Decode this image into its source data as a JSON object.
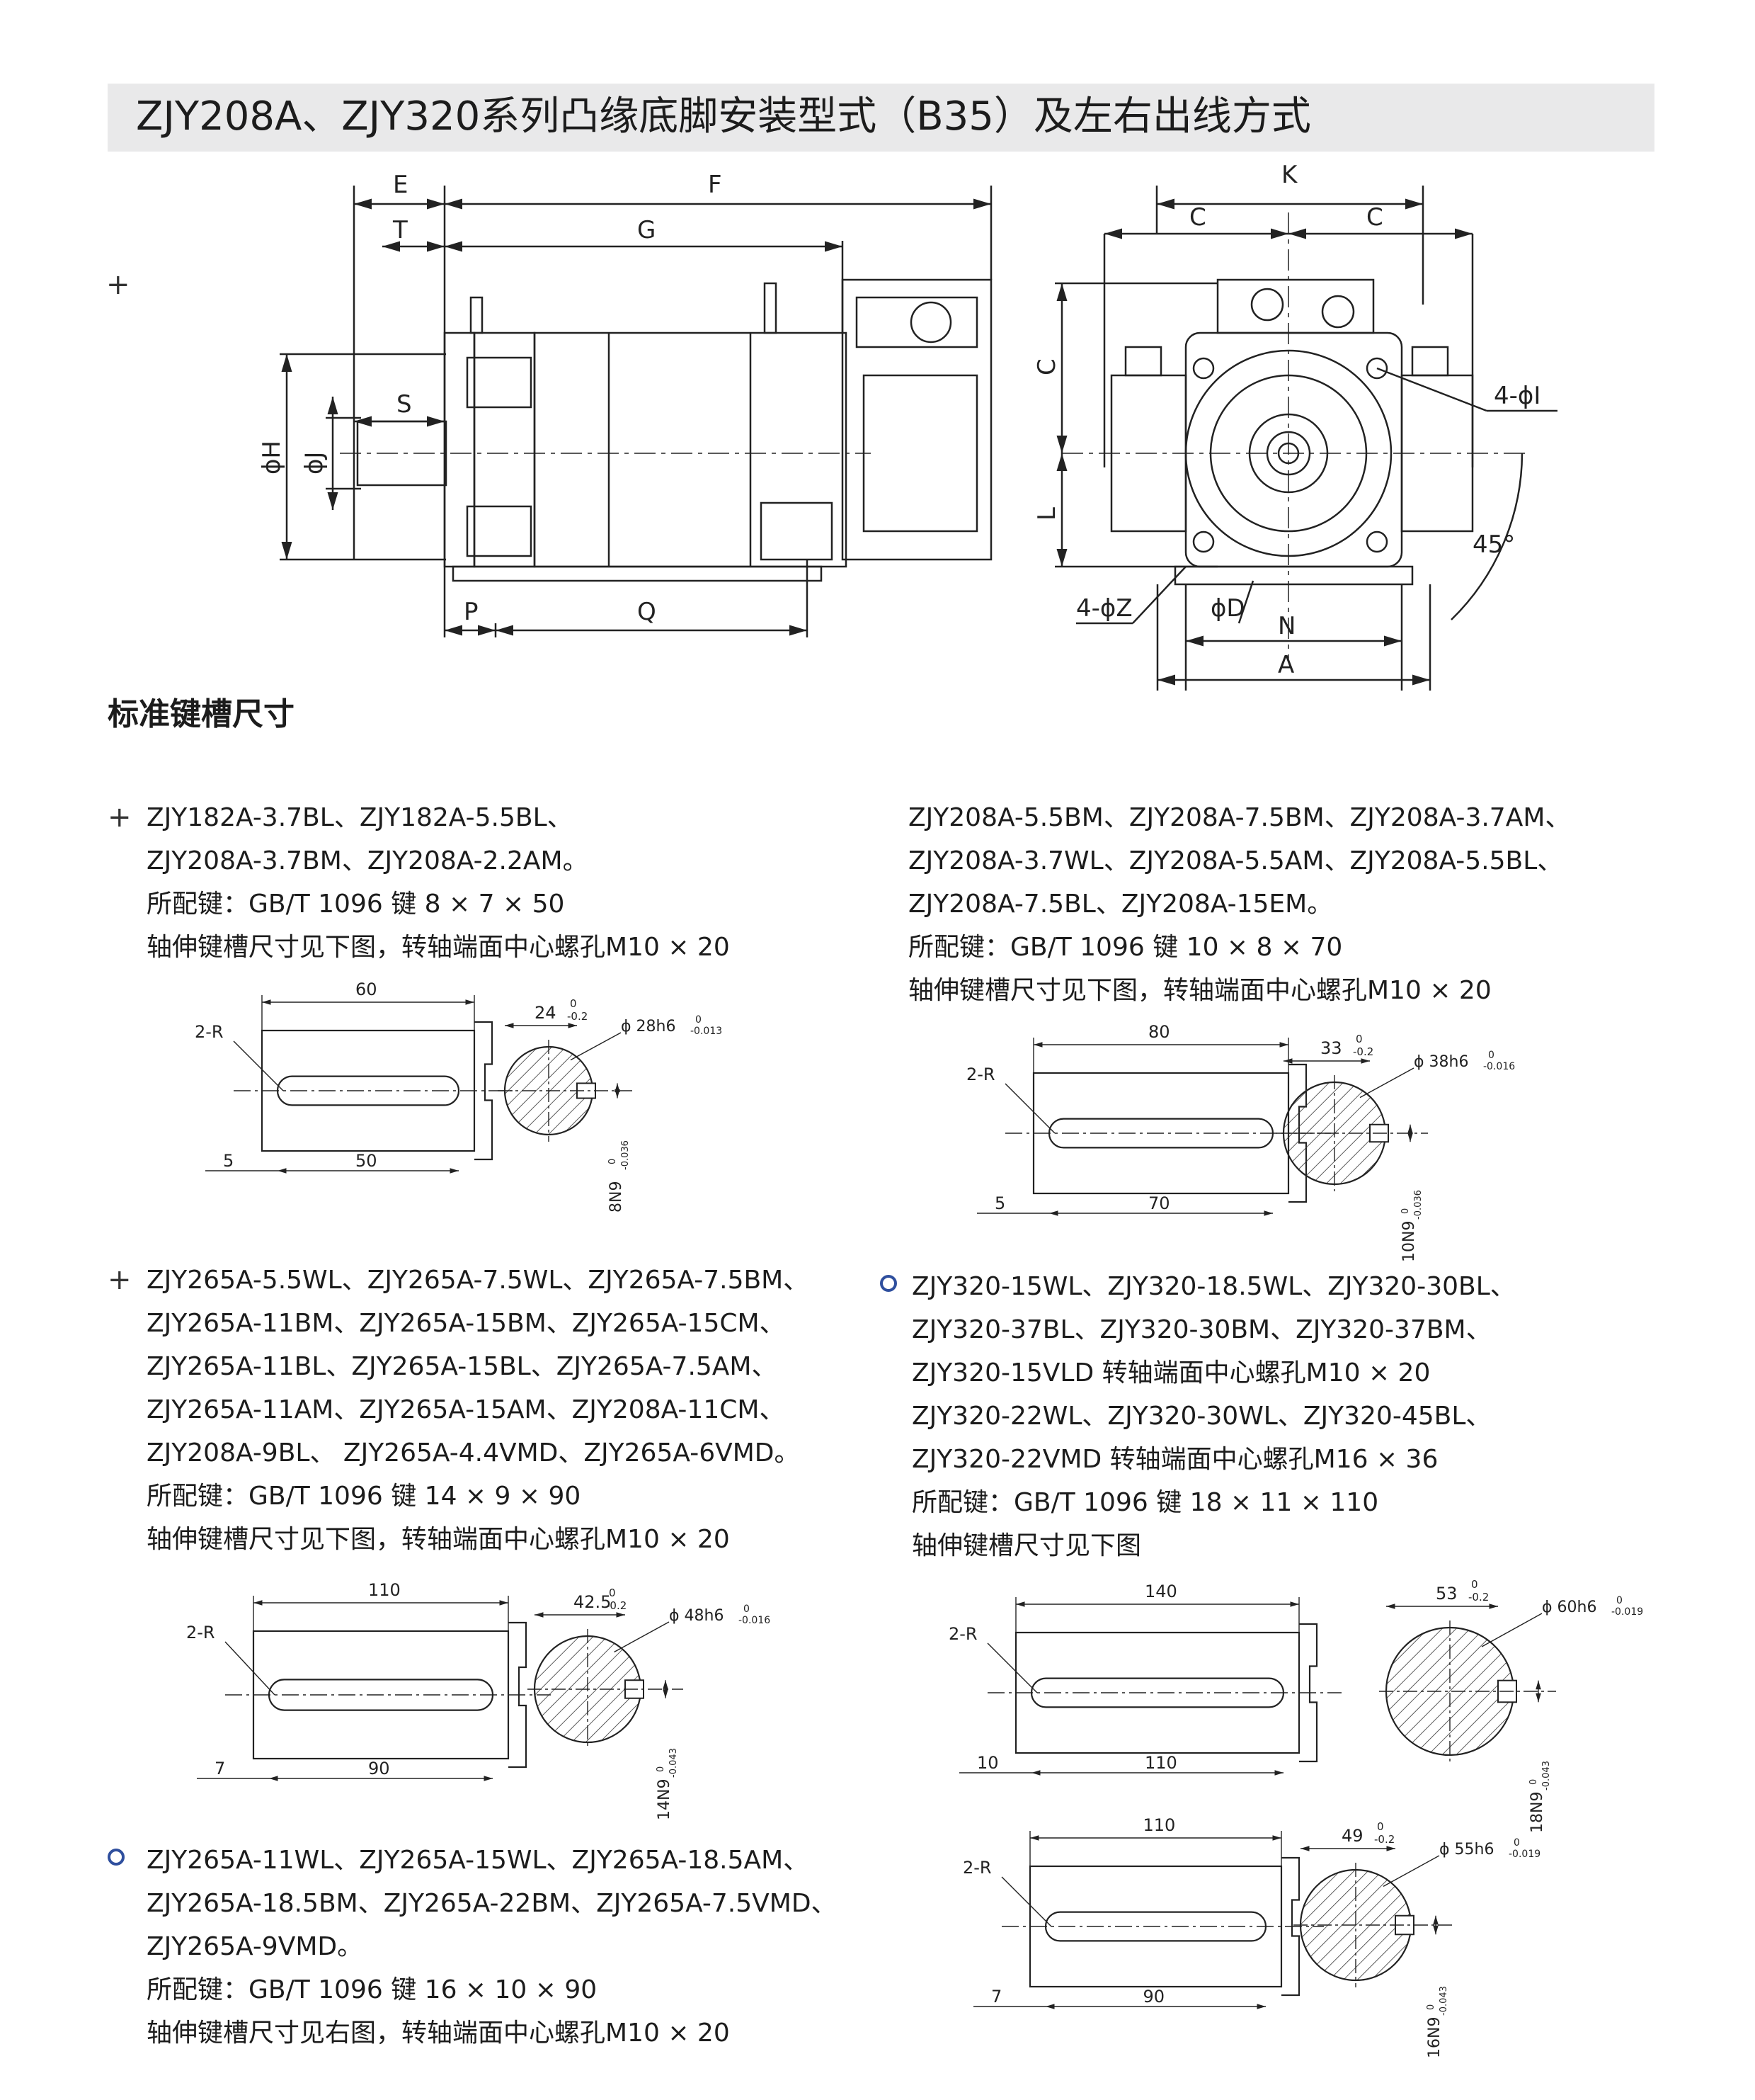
{
  "title": "ZJY208A、ZJY320系列凸缘底脚安装型式（B35）及左右出线方式",
  "drawing_labels": {
    "side_view": [
      "E",
      "F",
      "T",
      "G",
      "S",
      "ϕH",
      "ϕJ",
      "P",
      "Q"
    ],
    "end_view": [
      "K",
      "C",
      "C",
      "C",
      "L",
      "4-ϕI",
      "45°",
      "4-ϕZ",
      "ϕD",
      "N",
      "A"
    ]
  },
  "section_heading": "标准键槽尺寸",
  "groups": [
    {
      "marker": "plus",
      "lines": [
        "ZJY182A-3.7BL、ZJY182A-5.5BL、",
        "ZJY208A-3.7BM、ZJY208A-2.2AM。",
        "所配键：GB/T 1096 键 8 × 7 × 50",
        "轴伸键槽尺寸见下图，转轴端面中心螺孔M10 × 20"
      ],
      "dims": {
        "length": "60",
        "key_length": "50",
        "offset": "5",
        "radius": "2-R",
        "depth": "24",
        "depth_tol": "0",
        "depth_tol2": "-0.2",
        "dia": "ϕ 28h6",
        "dia_tol": "0",
        "dia_tol2": "-0.013",
        "width": "8N9",
        "width_tol": "0",
        "width_tol2": "-0.036"
      }
    },
    {
      "marker": "none",
      "lines": [
        "ZJY208A-5.5BM、ZJY208A-7.5BM、ZJY208A-3.7AM、",
        "ZJY208A-3.7WL、ZJY208A-5.5AM、ZJY208A-5.5BL、",
        "ZJY208A-7.5BL、ZJY208A-15EM。",
        "所配键：GB/T 1096 键 10 × 8 × 70",
        "轴伸键槽尺寸见下图，转轴端面中心螺孔M10 × 20"
      ],
      "dims": {
        "length": "80",
        "key_length": "70",
        "offset": "5",
        "radius": "2-R",
        "depth": "33",
        "depth_tol": "0",
        "depth_tol2": "-0.2",
        "dia": "ϕ 38h6",
        "dia_tol": "0",
        "dia_tol2": "-0.016",
        "width": "10N9",
        "width_tol": "0",
        "width_tol2": "-0.036"
      }
    },
    {
      "marker": "plus",
      "lines": [
        "ZJY265A-5.5WL、ZJY265A-7.5WL、ZJY265A-7.5BM、",
        "ZJY265A-11BM、ZJY265A-15BM、ZJY265A-15CM、",
        "ZJY265A-11BL、ZJY265A-15BL、ZJY265A-7.5AM、",
        "ZJY265A-11AM、ZJY265A-15AM、ZJY208A-11CM、",
        "ZJY208A-9BL、 ZJY265A-4.4VMD、ZJY265A-6VMD。",
        "所配键：GB/T 1096 键 14 × 9 × 90",
        "轴伸键槽尺寸见下图，转轴端面中心螺孔M10 × 20"
      ],
      "dims": {
        "length": "110",
        "key_length": "90",
        "offset": "7",
        "radius": "2-R",
        "depth": "42.5",
        "depth_tol": "0",
        "depth_tol2": "-0.2",
        "dia": "ϕ 48h6",
        "dia_tol": "0",
        "dia_tol2": "-0.016",
        "width": "14N9",
        "width_tol": "0",
        "width_tol2": "-0.043"
      }
    },
    {
      "marker": "circle",
      "lines": [
        "ZJY320-15WL、ZJY320-18.5WL、ZJY320-30BL、",
        "ZJY320-37BL、ZJY320-30BM、ZJY320-37BM、",
        "ZJY320-15VLD 转轴端面中心螺孔M10 × 20",
        "ZJY320-22WL、ZJY320-30WL、ZJY320-45BL、",
        "ZJY320-22VMD 转轴端面中心螺孔M16 × 36",
        "所配键：GB/T 1096 键 18 × 11 × 110",
        "轴伸键槽尺寸见下图"
      ],
      "dims": {
        "length": "140",
        "key_length": "110",
        "offset": "10",
        "radius": "2-R",
        "depth": "53",
        "depth_tol": "0",
        "depth_tol2": "-0.2",
        "dia": "ϕ 60h6",
        "dia_tol": "0",
        "dia_tol2": "-0.019",
        "width": "18N9",
        "width_tol": "0",
        "width_tol2": "-0.043"
      }
    },
    {
      "marker": "circle",
      "lines": [
        "ZJY265A-11WL、ZJY265A-15WL、ZJY265A-18.5AM、",
        "ZJY265A-18.5BM、ZJY265A-22BM、ZJY265A-7.5VMD、",
        "ZJY265A-9VMD。",
        "所配键：GB/T 1096 键 16 × 10 × 90",
        "轴伸键槽尺寸见右图，转轴端面中心螺孔M10 × 20"
      ],
      "dims": {
        "length": "110",
        "key_length": "90",
        "offset": "7",
        "radius": "2-R",
        "depth": "49",
        "depth_tol": "0",
        "depth_tol2": "-0.2",
        "dia": "ϕ 55h6",
        "dia_tol": "0",
        "dia_tol2": "-0.019",
        "width": "16N9",
        "width_tol": "0",
        "width_tol2": "-0.043"
      }
    }
  ]
}
